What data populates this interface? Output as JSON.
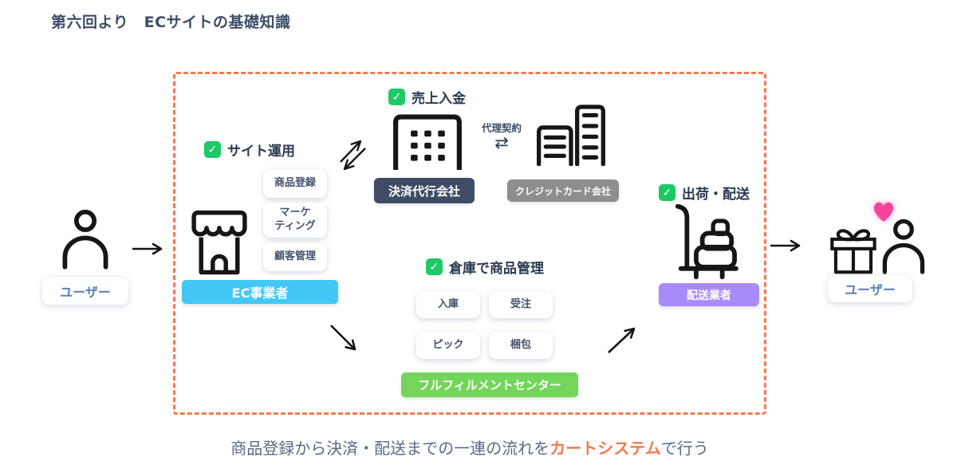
{
  "title": "第六回より　ECサイトの基礎知識",
  "caption": {
    "pre": "商品登録から決済・配送までの一連の流れを",
    "highlight": "カートシステム",
    "post": "で行う"
  },
  "icons": {
    "check": "✓",
    "exchange_arrows": "⇄"
  },
  "nodes": {
    "user_left": {
      "label": "ユーザー"
    },
    "ec_operator": {
      "label": "EC事業者",
      "check_label": "サイト運用",
      "tags": [
        "商品登録",
        "マーケ\nティング",
        "顧客管理"
      ]
    },
    "payment_agency": {
      "label": "決済代行会社",
      "check_label": "売上入金"
    },
    "credit_card": {
      "label": "クレジットカード会社",
      "relation_label": "代理契約"
    },
    "fulfillment": {
      "label": "フルフィルメントセンター",
      "check_label": "倉庫で商品管理",
      "tags": [
        "入庫",
        "受注",
        "ピック",
        "梱包"
      ]
    },
    "delivery": {
      "label": "配送業者",
      "check_label": "出荷・配送"
    },
    "user_right": {
      "label": "ユーザー"
    }
  },
  "colors": {
    "accent_orange": "#F8784B",
    "check_green": "#1DC964",
    "ec_badge": "#43C8F6",
    "payment_badge": "#3E4C66",
    "credit_badge": "#8E8E8E",
    "fulfillment_badge": "#73D65A",
    "delivery_badge": "#A78BF8",
    "title_text": "#3D4E68",
    "caption_text": "#5A6A85"
  }
}
